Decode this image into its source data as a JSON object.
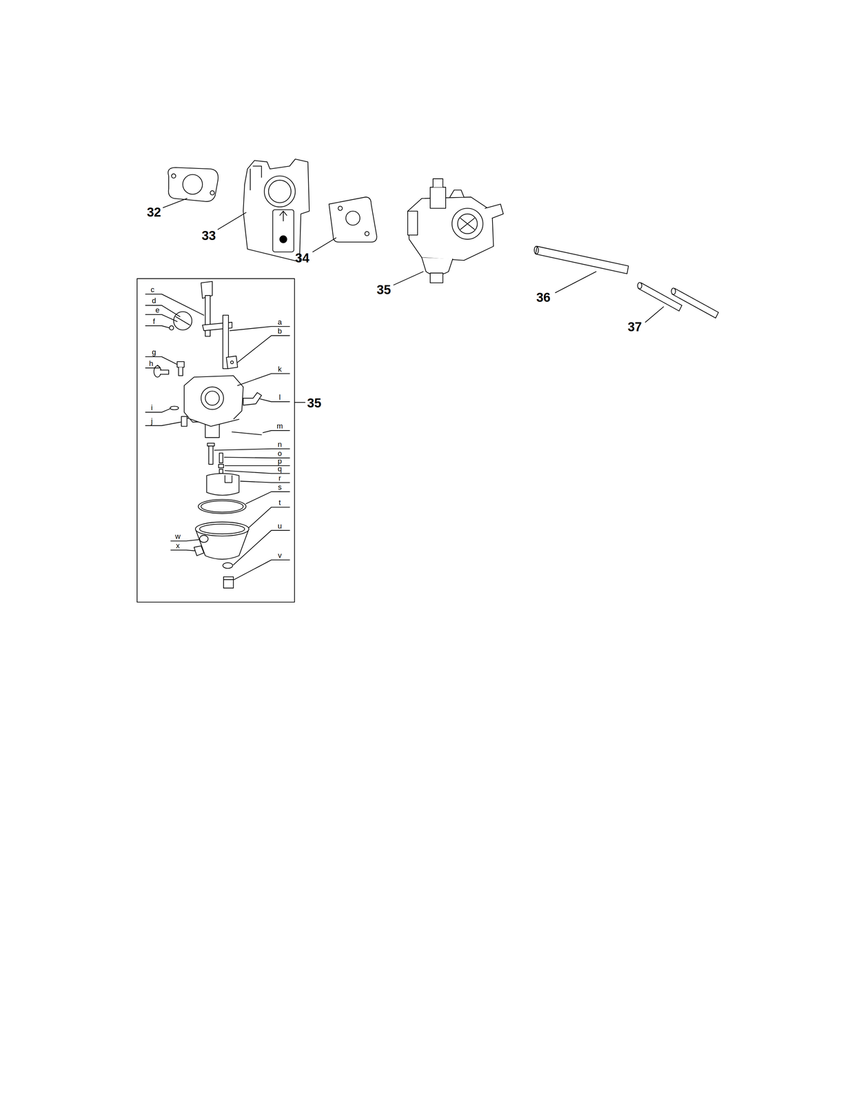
{
  "diagram": {
    "labels": [
      "32",
      "33",
      "34",
      "35",
      "36",
      "37",
      "c",
      "d",
      "e",
      "f",
      "a",
      "b",
      "g",
      "h",
      "k",
      "l",
      "i",
      "j",
      "m",
      "n",
      "o",
      "p",
      "q",
      "r",
      "s",
      "t",
      "u",
      "w",
      "x",
      "v",
      "35"
    ]
  }
}
